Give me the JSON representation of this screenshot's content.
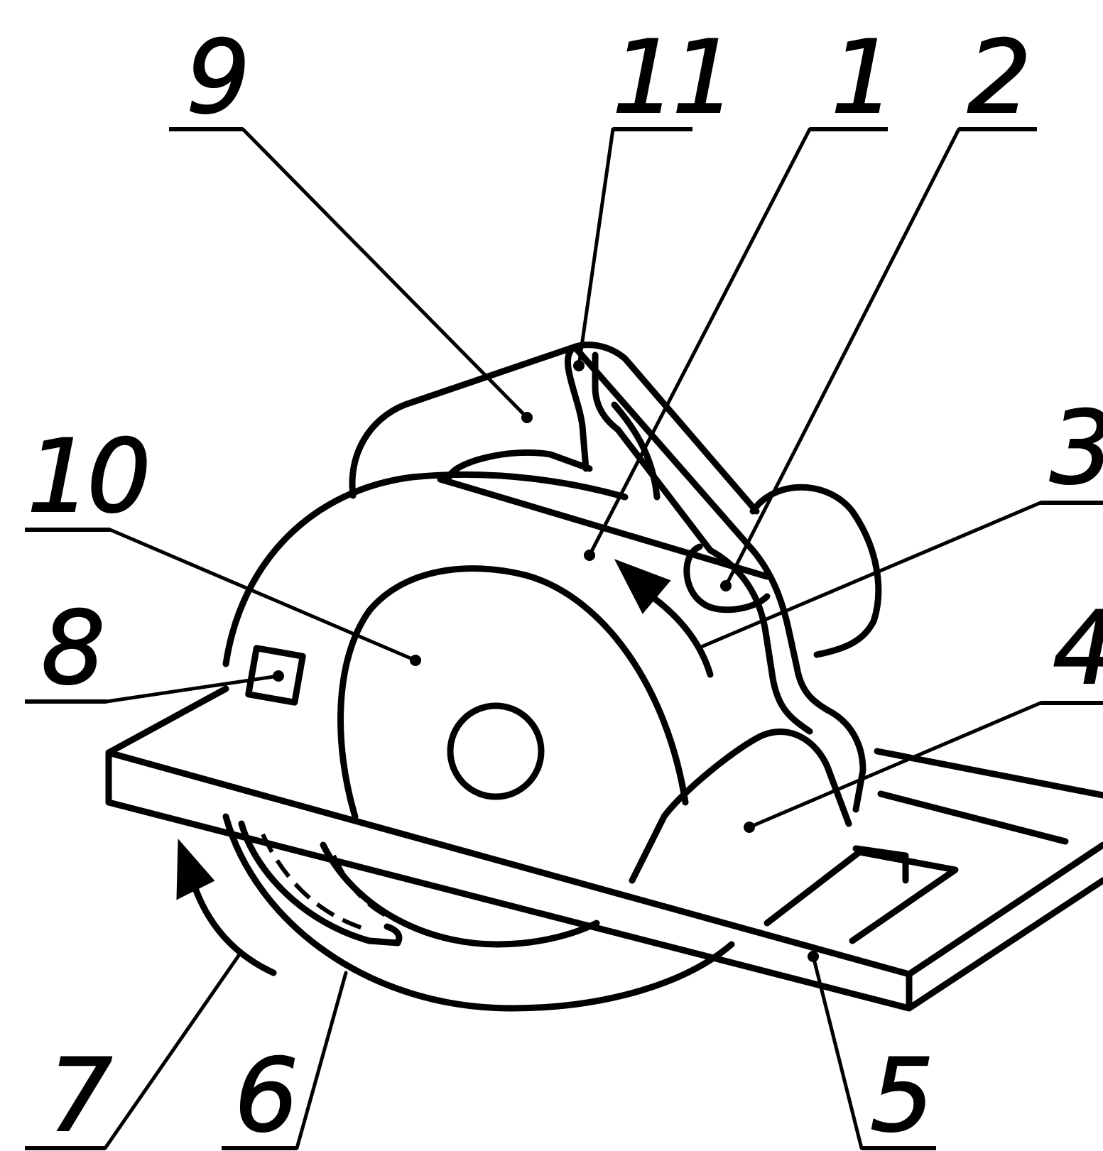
{
  "diagram": {
    "callouts": [
      {
        "id": "1",
        "label": "1"
      },
      {
        "id": "2",
        "label": "2"
      },
      {
        "id": "3",
        "label": "3"
      },
      {
        "id": "4",
        "label": "4"
      },
      {
        "id": "5",
        "label": "5"
      },
      {
        "id": "6",
        "label": "6"
      },
      {
        "id": "7",
        "label": "7"
      },
      {
        "id": "8",
        "label": "8"
      },
      {
        "id": "9",
        "label": "9"
      },
      {
        "id": "10",
        "label": "10"
      },
      {
        "id": "11",
        "label": "11"
      }
    ],
    "line_color": "#000000",
    "background": "#ffffff"
  }
}
